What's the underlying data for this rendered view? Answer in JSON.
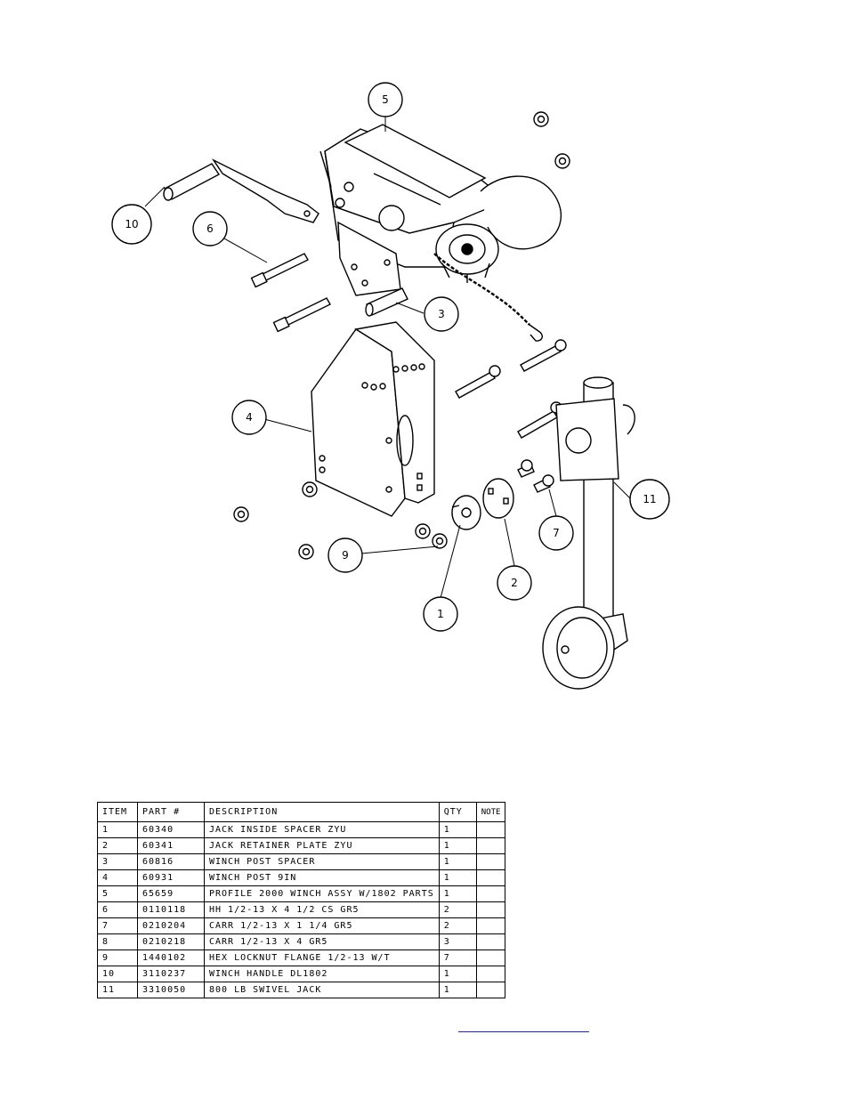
{
  "callouts": [
    {
      "id": "c5",
      "text": "5"
    },
    {
      "id": "c10",
      "text": "10"
    },
    {
      "id": "c6",
      "text": "6"
    },
    {
      "id": "c3",
      "text": "3"
    },
    {
      "id": "c4",
      "text": "4"
    },
    {
      "id": "c11",
      "text": "11"
    },
    {
      "id": "c7",
      "text": "7"
    },
    {
      "id": "c9",
      "text": "9"
    },
    {
      "id": "c2",
      "text": "2"
    },
    {
      "id": "c1",
      "text": "1"
    }
  ],
  "bom": {
    "headers": [
      "ITEM",
      "PART #",
      "DESCRIPTION",
      "QTY",
      "NOTE"
    ],
    "rows": [
      [
        "1",
        "60340",
        "JACK INSIDE SPACER ZYU",
        "1",
        ""
      ],
      [
        "2",
        "60341",
        "JACK RETAINER PLATE ZYU",
        "1",
        ""
      ],
      [
        "3",
        "60816",
        "WINCH POST SPACER",
        "1",
        ""
      ],
      [
        "4",
        "60931",
        "WINCH POST 9IN",
        "1",
        ""
      ],
      [
        "5",
        "65659",
        "PROFILE 2000 WINCH ASSY W/1802 PARTS",
        "1",
        ""
      ],
      [
        "6",
        "0110118",
        "HH 1/2-13 X 4 1/2 CS GR5",
        "2",
        ""
      ],
      [
        "7",
        "0210204",
        "CARR 1/2-13 X 1 1/4 GR5",
        "2",
        ""
      ],
      [
        "8",
        "0210218",
        "CARR 1/2-13 X 4 GR5",
        "3",
        ""
      ],
      [
        "9",
        "1440102",
        "HEX LOCKNUT FLANGE 1/2-13 W/T",
        "7",
        ""
      ],
      [
        "10",
        "3110237",
        "WINCH HANDLE  DL1802",
        "1",
        ""
      ],
      [
        "11",
        "3310050",
        "800 LB SWIVEL JACK",
        "1",
        ""
      ]
    ]
  },
  "colors": {
    "line": "#000000",
    "link": "#1a1aff"
  }
}
